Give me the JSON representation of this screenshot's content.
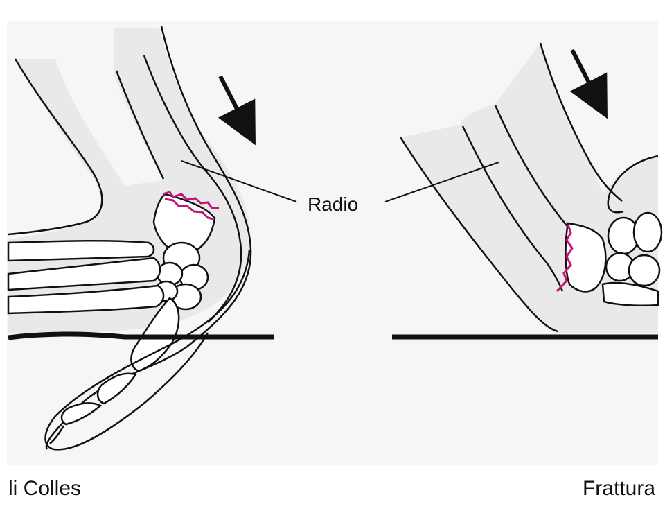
{
  "labels": {
    "radio": "Radio",
    "caption_left": "li Colles",
    "caption_right": "Frattura"
  },
  "colors": {
    "background": "#ffffff",
    "panel": "#f6f6f6",
    "limb_fill": "#e9e9e9",
    "outline": "#111111",
    "fracture": "#c4127a",
    "surface": "#111111"
  },
  "icons": {
    "force_arrow": "arrow-down-right-icon",
    "fracture_mark": "fracture-line"
  }
}
